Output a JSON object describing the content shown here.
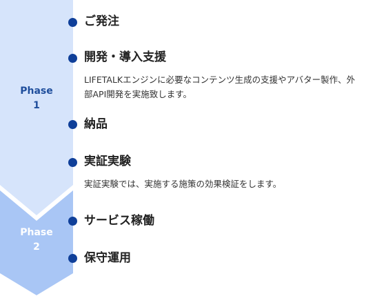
{
  "phases": [
    {
      "label": "Phase",
      "number": "1",
      "color": "#d6e4fb"
    },
    {
      "label": "Phase",
      "number": "2",
      "color": "#a9c6f5"
    }
  ],
  "steps": [
    {
      "title": "ご発注",
      "description": ""
    },
    {
      "title": "開発・導入支援",
      "description": "LIFETALKエンジンに必要なコンテンツ生成の支援やアバター製作、外部API開発を実施致します。"
    },
    {
      "title": "納品",
      "description": ""
    },
    {
      "title": "実証実験",
      "description": "実証実験では、実施する施策の効果検証をします。"
    },
    {
      "title": "サービス稼働",
      "description": ""
    },
    {
      "title": "保守運用",
      "description": ""
    }
  ],
  "colors": {
    "dot": "#0f3f99",
    "phase1_text": "#1f4e9c",
    "phase2_text": "#ffffff"
  }
}
